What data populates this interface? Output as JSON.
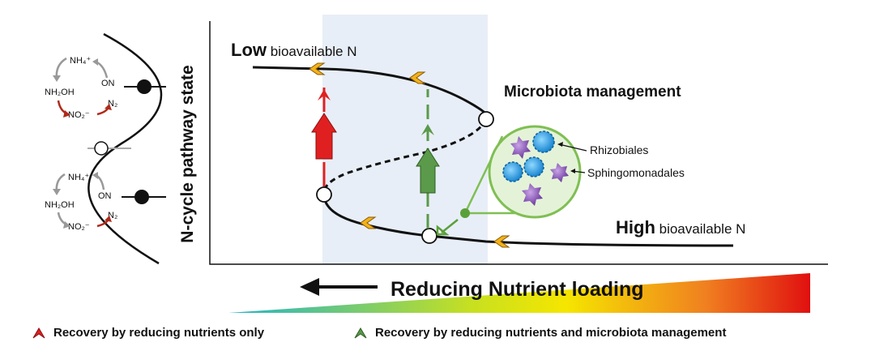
{
  "colors": {
    "shade": "#e8eef7",
    "red": "#e02020",
    "green": "#5a9a4a",
    "orange": "#f3b21b",
    "circle_border": "#7fbf53",
    "circle_fill": "#e4f3d8",
    "gradient": [
      "#20b4c8",
      "#c8e020",
      "#f5e600",
      "#f08020",
      "#e01010"
    ]
  },
  "labels": {
    "y_axis": "N-cycle pathway state",
    "low_bold": "Low",
    "low_rest": " bioavailable N",
    "high_bold": "High",
    "high_rest": " bioavailable N",
    "management": "Microbiota management",
    "rhizobiales": "Rhizobiales",
    "sphingomonadales": "Sphingomonadales",
    "nutrient_loading": "Reducing Nutrient loading"
  },
  "ncycle_top": {
    "nh4": "NH₄⁺",
    "nh2oh": "NH₂OH",
    "on": "ON",
    "no2": "NO₂⁻",
    "n2": "N₂"
  },
  "ncycle_bottom": {
    "nh4": "NH₄⁺",
    "nh2oh": "NH₂OH",
    "on": "ON",
    "no2": "NO₂⁻",
    "n2": "N₂"
  },
  "legend": {
    "item1": "Recovery by reducing nutrients only",
    "item2": "Recovery by reducing nutrients and microbiota management"
  }
}
